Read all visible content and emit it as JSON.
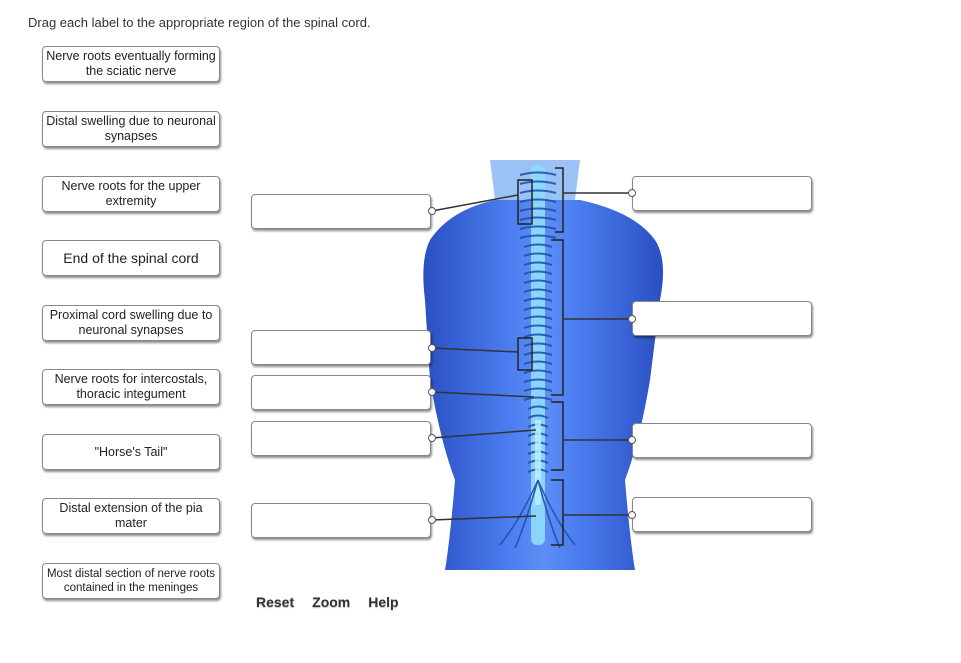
{
  "instructions": "Drag each label to the appropriate region of the spinal cord.",
  "labels": [
    "Nerve roots eventually forming the sciatic nerve",
    "Distal swelling due to neuronal synapses",
    "Nerve roots for the upper extremity",
    "End of the spinal cord",
    "Proximal cord swelling due to neuronal synapses",
    "Nerve roots for intercostals, thoracic integument",
    "\"Horse's Tail\"",
    "Distal extension of the pia mater",
    "Most distal section of nerve roots contained in the meninges"
  ],
  "toolbar": {
    "reset": "Reset",
    "zoom": "Zoom",
    "help": "Help"
  },
  "colors": {
    "body": "#3f6fe0",
    "spine": "#7fd3ff",
    "nerve": "#1a4fa8"
  }
}
